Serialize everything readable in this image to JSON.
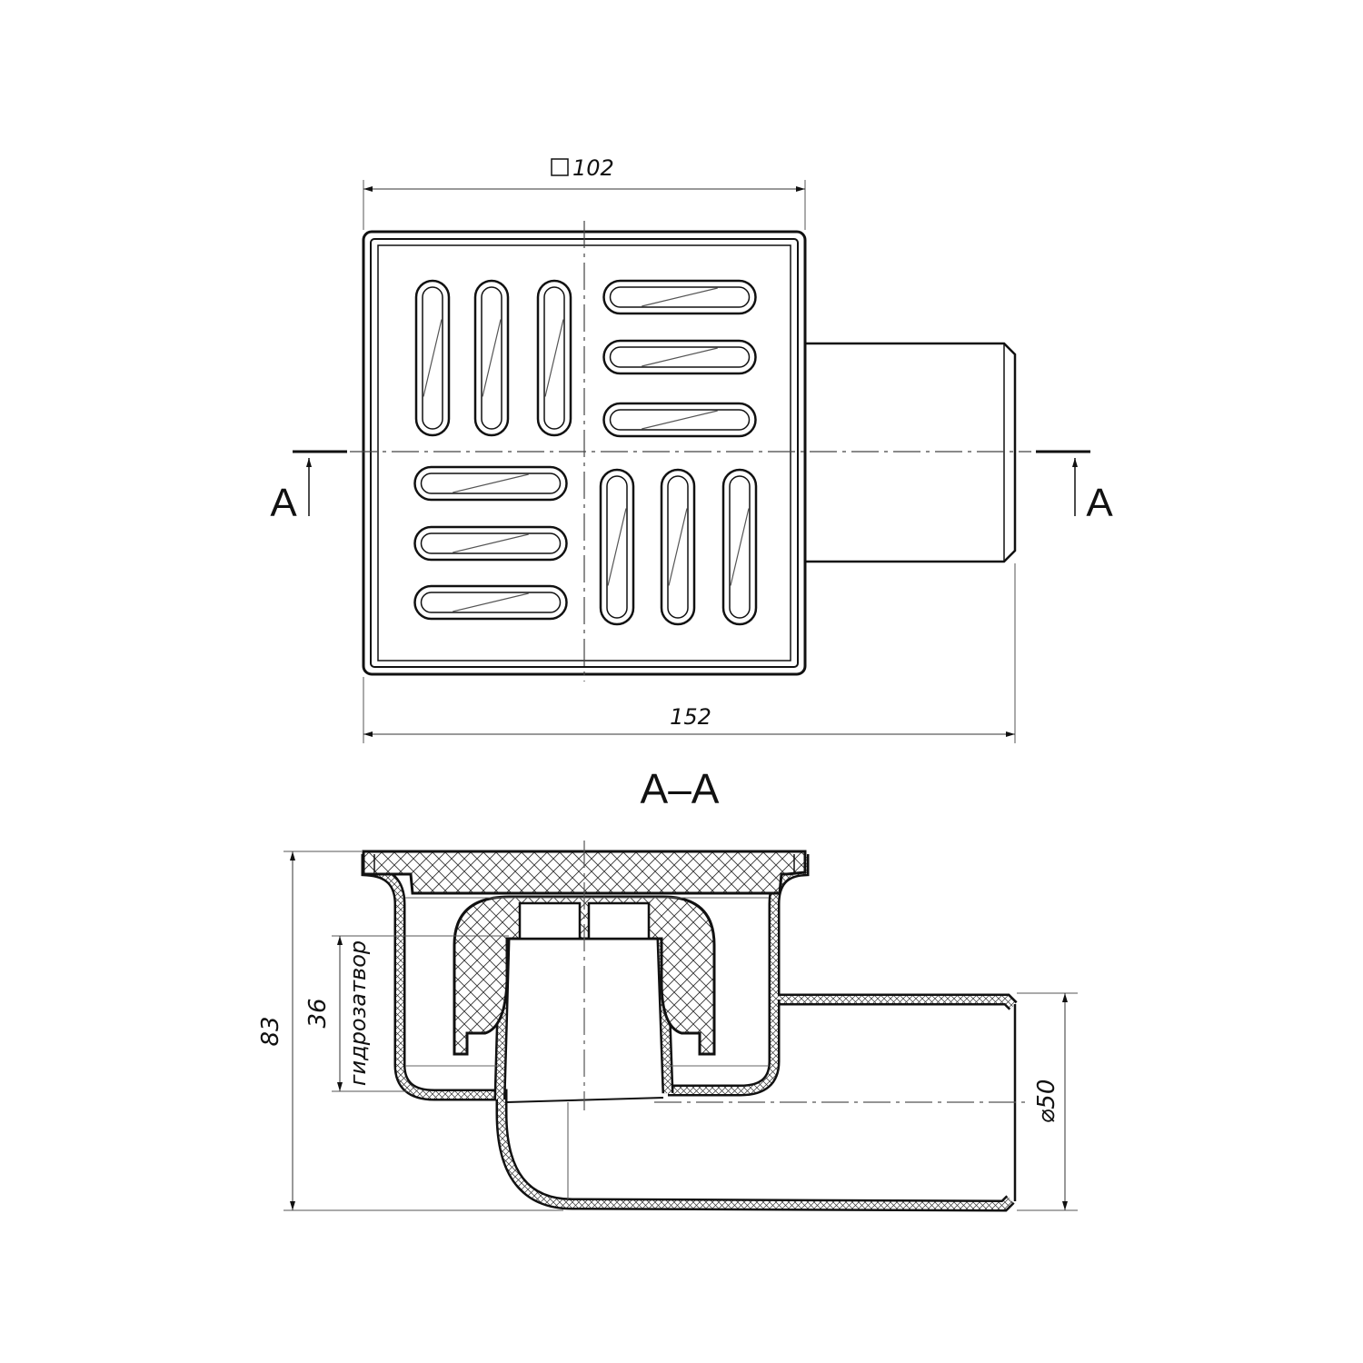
{
  "plan_view": {
    "width_dimension": "102",
    "width_symbol": "square",
    "length_dimension": "152",
    "section_mark_left": "A",
    "section_mark_right": "A"
  },
  "section_view": {
    "title": "A–A",
    "height_dimension": "83",
    "seal_dimension": "36",
    "seal_label": "гидрозатвор",
    "outlet_diameter": "⌀50"
  },
  "colors": {
    "line": "#111111",
    "thin": "#555555"
  }
}
